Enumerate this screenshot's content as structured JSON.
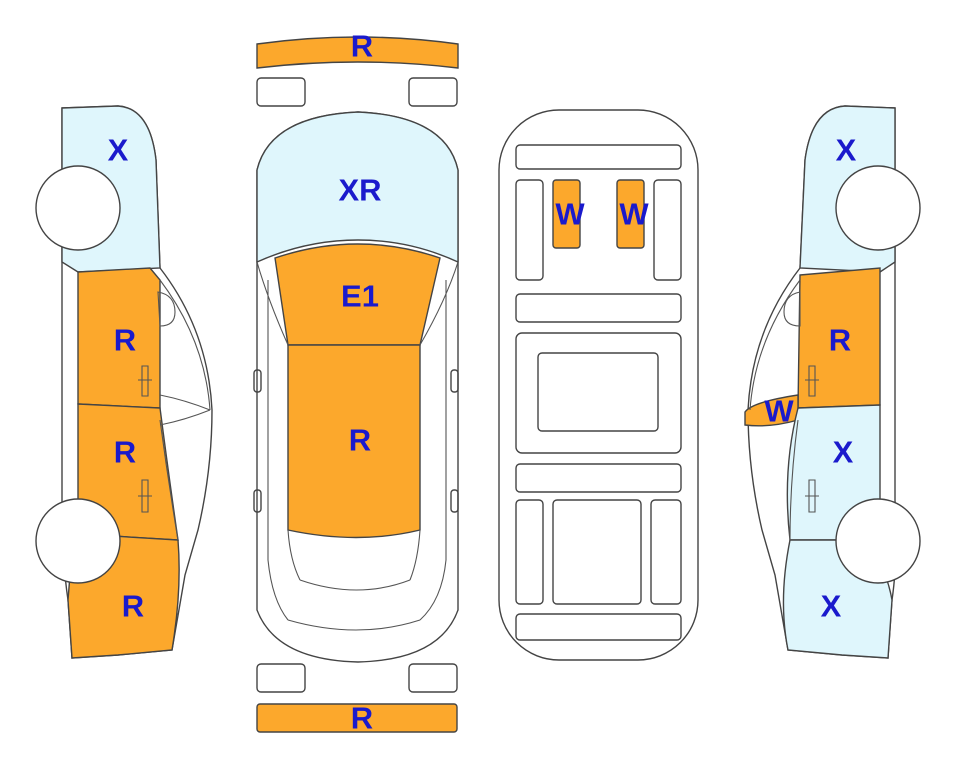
{
  "colors": {
    "repaired": "#FCA82C",
    "exchanged": "#DFF6FC",
    "code_text": "#1A1ACC",
    "outline": "#444444"
  },
  "labels": {
    "front_bumper": "R",
    "rear_bumper": "R",
    "top_hood": "XR",
    "top_front_roof": "E1",
    "top_roof": "R",
    "floor_seat_left": "W",
    "floor_seat_right": "W",
    "left_fender": "X",
    "left_front_door": "R",
    "left_rear_door": "R",
    "left_quarter": "R",
    "right_fender": "X",
    "right_front_door": "R",
    "right_pillar": "W",
    "right_rear_door": "X",
    "right_quarter": "X"
  }
}
